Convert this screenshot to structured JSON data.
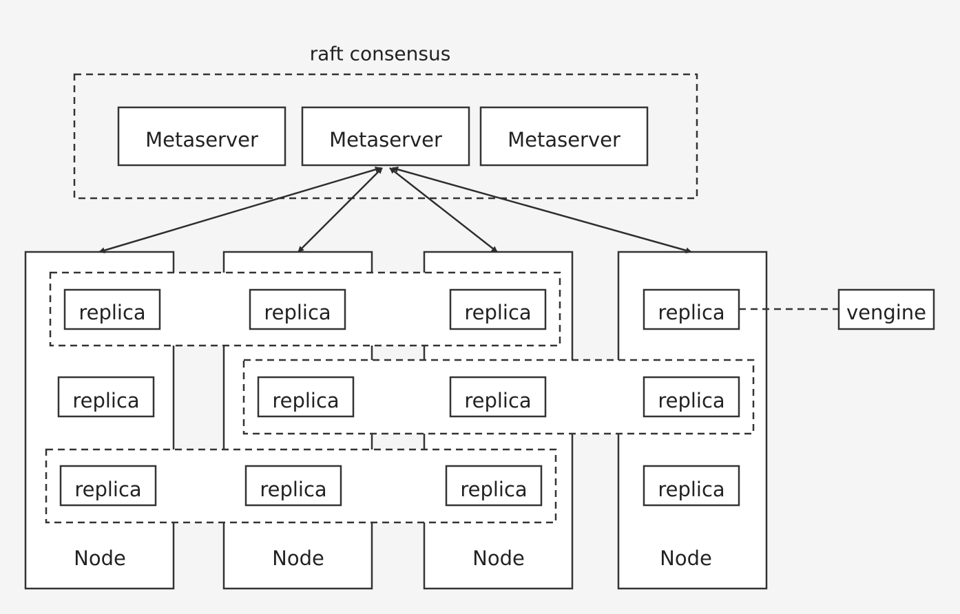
{
  "title": "raft consensus",
  "metaserver_label": "Metaserver",
  "replica_label": "replica",
  "node_label": "Node",
  "vengine_label": "vengine",
  "colors": {
    "background": "#f5f5f5",
    "stroke": "#333333",
    "fill": "#ffffff"
  }
}
